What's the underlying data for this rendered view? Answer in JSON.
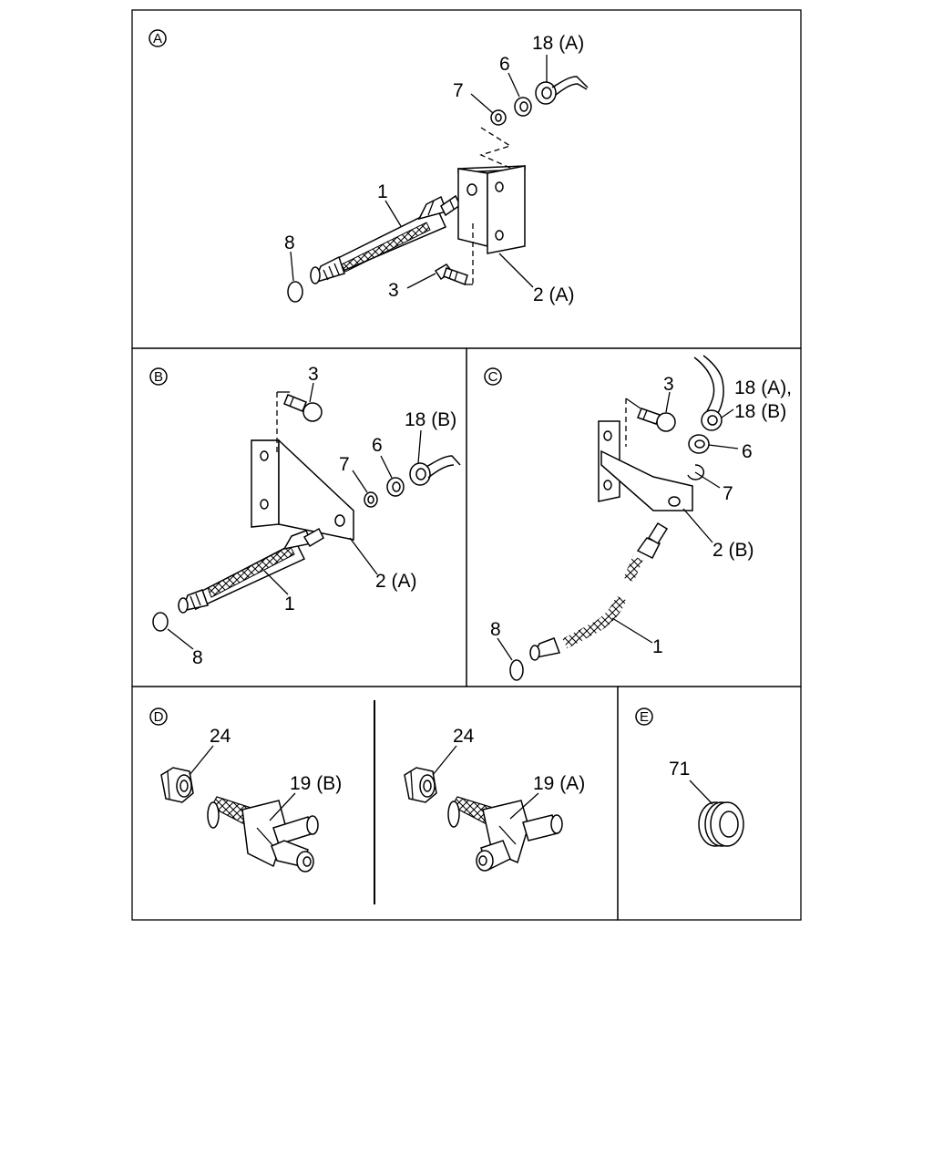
{
  "sections": [
    {
      "id": "A",
      "labels": {
        "p18": "18 (A)",
        "p6": "6",
        "p7": "7",
        "p1": "1",
        "p8": "8",
        "p3": "3",
        "p2": "2 (A)"
      }
    },
    {
      "id": "B",
      "labels": {
        "p3": "3",
        "p18": "18 (B)",
        "p6": "6",
        "p7": "7",
        "p2": "2 (A)",
        "p1": "1",
        "p8": "8"
      }
    },
    {
      "id": "C",
      "labels": {
        "p3": "3",
        "p18a": "18 (A),",
        "p18b": "18 (B)",
        "p6": "6",
        "p7": "7",
        "p2": "2 (B)",
        "p1": "1",
        "p8": "8"
      }
    },
    {
      "id": "D",
      "labels": {
        "p24_left": "24",
        "p19b": "19 (B)",
        "p24_right": "24",
        "p19a": "19 (A)"
      }
    },
    {
      "id": "E",
      "labels": {
        "p71": "71"
      }
    }
  ]
}
